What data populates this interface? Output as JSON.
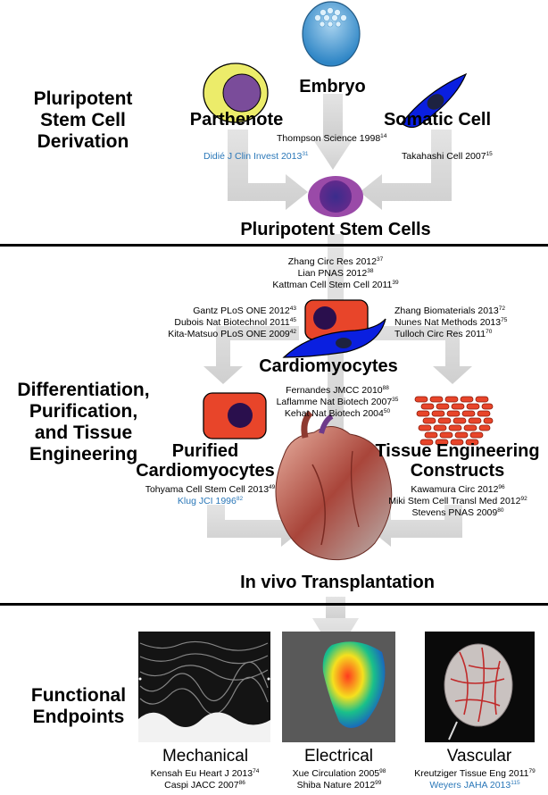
{
  "sections": {
    "derivation": [
      "Pluripotent",
      "Stem Cell",
      "Derivation"
    ],
    "differentiation": [
      "Differentiation,",
      "Purification,",
      "and Tissue",
      "Engineering"
    ],
    "endpoints": [
      "Functional",
      "Endpoints"
    ]
  },
  "sources": {
    "embryo": "Embryo",
    "parthenote": "Parthenote",
    "somatic": "Somatic Cell"
  },
  "nodes": {
    "psc": "Pluripotent Stem Cells",
    "cardiomyocytes": "Cardiomyocytes",
    "purified": [
      "Purified",
      "Cardiomyocytes"
    ],
    "tissue": [
      "Tissue Engineering",
      "Constructs"
    ],
    "transplant": "In vivo Transplantation"
  },
  "refs": {
    "thompson": {
      "text": "Thompson Science 1998",
      "sup": "14"
    },
    "didie": {
      "text": "Didié J Clin Invest 2013",
      "sup": "31"
    },
    "takahashi": {
      "text": "Takahashi Cell 2007",
      "sup": "15"
    },
    "center_top": [
      {
        "text": "Zhang Circ Res 2012",
        "sup": "37"
      },
      {
        "text": "Lian PNAS 2012",
        "sup": "38"
      },
      {
        "text": "Kattman Cell Stem Cell 2011",
        "sup": "39"
      }
    ],
    "left_diff": [
      {
        "text": "Gantz PLoS ONE 2012",
        "sup": "43"
      },
      {
        "text": "Dubois Nat Biotechnol 2011",
        "sup": "45"
      },
      {
        "text": "Kita-Matsuo PLoS ONE 2009",
        "sup": "42"
      }
    ],
    "right_diff": [
      {
        "text": "Zhang Biomaterials 2013",
        "sup": "72"
      },
      {
        "text": "Nunes Nat Methods 2013",
        "sup": "75"
      },
      {
        "text": "Tulloch Circ Res 2011",
        "sup": "70"
      }
    ],
    "center_mid": [
      {
        "text": "Fernandes JMCC 2010",
        "sup": "88"
      },
      {
        "text": "Laflamme Nat Biotech 2007",
        "sup": "35"
      },
      {
        "text": "Kehat Nat Biotech 2004",
        "sup": "50"
      }
    ],
    "purified": [
      {
        "text": "Tohyama Cell Stem Cell 2013",
        "sup": "49"
      },
      {
        "text": "Klug JCI 1996",
        "sup": "82"
      }
    ],
    "tissue": [
      {
        "text": "Kawamura Circ 2012",
        "sup": "96"
      },
      {
        "text": "Miki Stem Cell Transl Med 2012",
        "sup": "92"
      },
      {
        "text": "Stevens PNAS 2009",
        "sup": "80"
      }
    ],
    "mechanical": [
      {
        "text": "Kensah Eu Heart J 2013",
        "sup": "74"
      },
      {
        "text": "Caspi JACC 2007",
        "sup": "86"
      }
    ],
    "electrical": [
      {
        "text": "Xue Circulation 2005",
        "sup": "98"
      },
      {
        "text": "Shiba Nature 2012",
        "sup": "99"
      }
    ],
    "vascular": [
      {
        "text": "Kreutziger Tissue Eng 2011",
        "sup": "79"
      },
      {
        "text": "Weyers JAHA 2013",
        "sup": "115"
      }
    ]
  },
  "endpoints": {
    "mechanical": "Mechanical",
    "electrical": "Electrical",
    "vascular": "Vascular"
  },
  "colors": {
    "arrow": "#d2d2d2",
    "cell_red": "#e8452a",
    "nucleus": "#2a0f4d",
    "somatic_blue": "#0a1fe0",
    "parthenote_yellow": "#ecec6a",
    "psc_purple": "#6a2a8c",
    "link_blue": "#2a77b8"
  }
}
